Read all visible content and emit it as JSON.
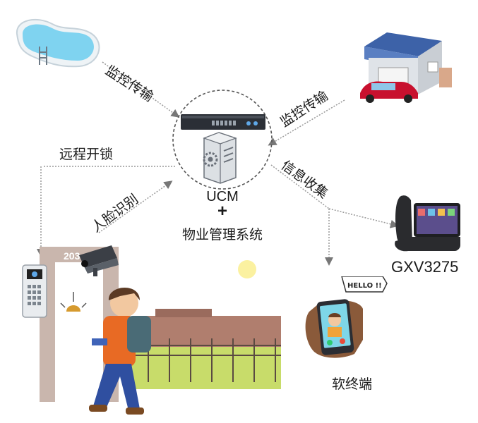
{
  "diagram": {
    "center": {
      "line1": "UCM",
      "plus": "+",
      "line2": "物业管理系统"
    },
    "edges": {
      "pool_monitor": "监控传输",
      "garage_monitor": "监控传输",
      "remote_unlock": "远程开锁",
      "face_recognition": "人脸识别",
      "info_collection": "信息收集"
    },
    "devices": {
      "phone_model": "GXV3275",
      "softphone": "软终端",
      "bubble_text": "HELLO !!",
      "gate_number": "203"
    },
    "colors": {
      "arrow": "#888888",
      "car": "#c8102e",
      "pool_water": "#7fd3f0",
      "wall": "#a67a6a",
      "grass": "#c8dc6a",
      "moon": "#fbf1a0"
    }
  }
}
